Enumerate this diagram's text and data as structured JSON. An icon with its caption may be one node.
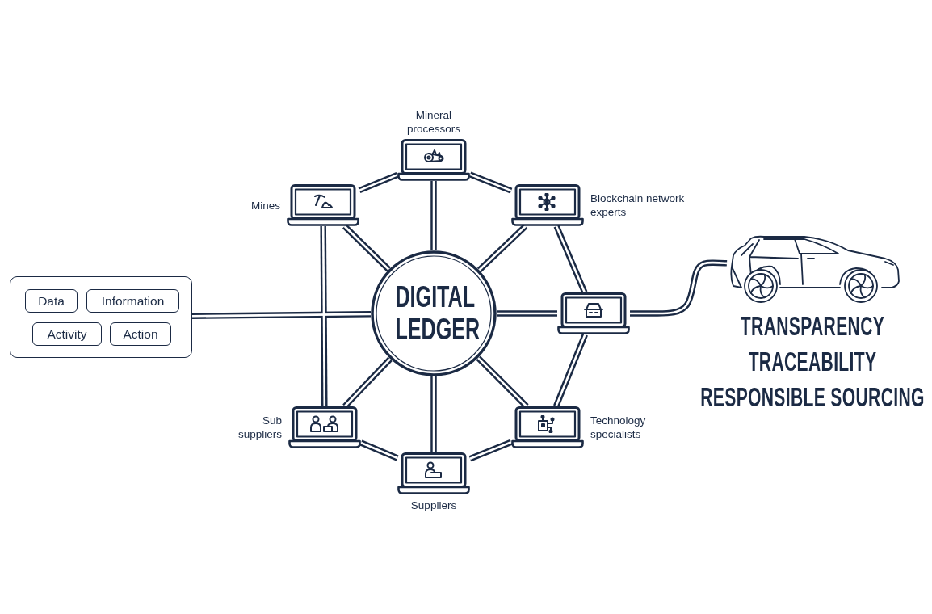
{
  "diagram": {
    "nodes": [
      {
        "text": [
          "DIGITAL LEDGER"
        ]
      },
      {
        "text": [
          "Mineral processors"
        ]
      },
      {
        "text": [
          "Blockchain network experts"
        ]
      },
      {
        "text": [],
        "shape": "picture"
      },
      {
        "text": [
          "Technology specialists"
        ]
      },
      {
        "text": [
          "Suppliers"
        ]
      },
      {
        "text": [
          "Sub suppliers"
        ]
      },
      {
        "text": [
          "Mines"
        ]
      },
      {
        "text": [],
        "shape": "box"
      },
      {
        "text": [
          "Data"
        ],
        "in": 8
      },
      {
        "text": [
          "Information"
        ],
        "in": 8
      },
      {
        "text": [
          "Activity"
        ],
        "in": 8
      },
      {
        "text": [
          "Action"
        ],
        "in": 8
      },
      {
        "text": [],
        "shape": "picture"
      }
    ],
    "edges": [
      {
        "from": 0,
        "to": 1,
        "arrow": "none"
      },
      {
        "from": 0,
        "to": 2,
        "arrow": "none"
      },
      {
        "from": 0,
        "to": 3,
        "arrow": "none"
      },
      {
        "from": 0,
        "to": 4,
        "arrow": "none"
      },
      {
        "from": 0,
        "to": 5,
        "arrow": "none"
      },
      {
        "from": 0,
        "to": 6,
        "arrow": "none"
      },
      {
        "from": 0,
        "to": 7,
        "arrow": "none"
      },
      {
        "from": 1,
        "to": 2,
        "arrow": "none"
      },
      {
        "from": 2,
        "to": 3,
        "arrow": "none"
      },
      {
        "from": 3,
        "to": 4,
        "arrow": "none"
      },
      {
        "from": 4,
        "to": 5,
        "arrow": "none"
      },
      {
        "from": 5,
        "to": 6,
        "arrow": "none"
      },
      {
        "from": 6,
        "to": 7,
        "arrow": "none"
      },
      {
        "from": 7,
        "to": 1,
        "arrow": "none"
      },
      {
        "from": 8,
        "to": 0,
        "arrow": "none"
      },
      {
        "from": 3,
        "to": 13,
        "arrow": "none"
      }
    ],
    "labels": [
      "TRANSPARENCY",
      "TRACEABILITY",
      "RESPONSIBLE SOURCING"
    ]
  }
}
